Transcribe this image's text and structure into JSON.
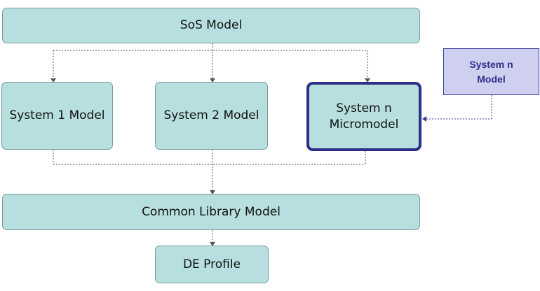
{
  "diagram": {
    "sos_model": "SoS Model",
    "system1_model": "System 1 Model",
    "system2_model": "System 2 Model",
    "system_n_micromodel": "System n\nMicromodel",
    "system_n_model": "System n\nModel",
    "common_library_model": "Common Library Model",
    "de_profile": "DE Profile"
  },
  "colors": {
    "box_fill": "#b8dfdf",
    "highlight_border": "#2e2f8a",
    "external_fill": "#cfd0ef",
    "connector": "#555555",
    "external_connector": "#3a3d96"
  }
}
